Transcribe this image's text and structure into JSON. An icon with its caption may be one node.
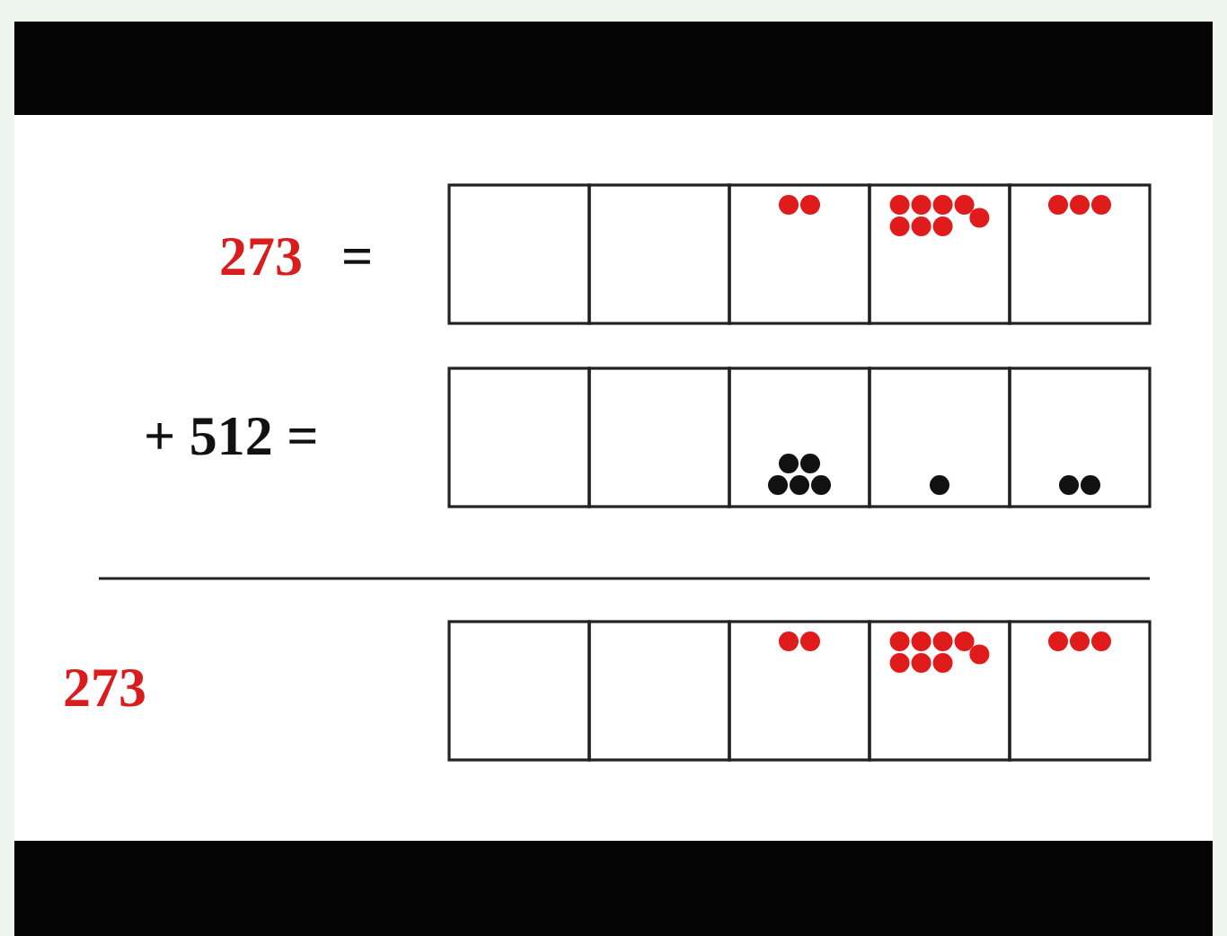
{
  "diagram": {
    "labels": [
      "273",
      "=",
      "+ 512 =",
      "273"
    ]
  }
}
